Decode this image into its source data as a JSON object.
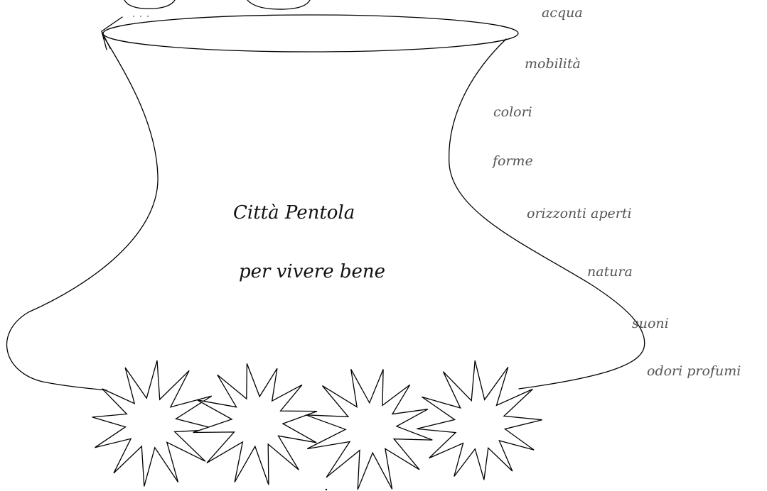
{
  "title": {
    "line1": "Città Pentola",
    "line2": "per vivere bene"
  },
  "ingredients": [
    "acqua",
    "mobilità",
    "colori",
    "forme",
    "orizzonti aperti",
    "natura",
    "suoni",
    "odori profumi"
  ],
  "colors": {
    "stroke": "#000000",
    "main_text": "#111111",
    "side_text": "#555555",
    "background": "#ffffff"
  }
}
